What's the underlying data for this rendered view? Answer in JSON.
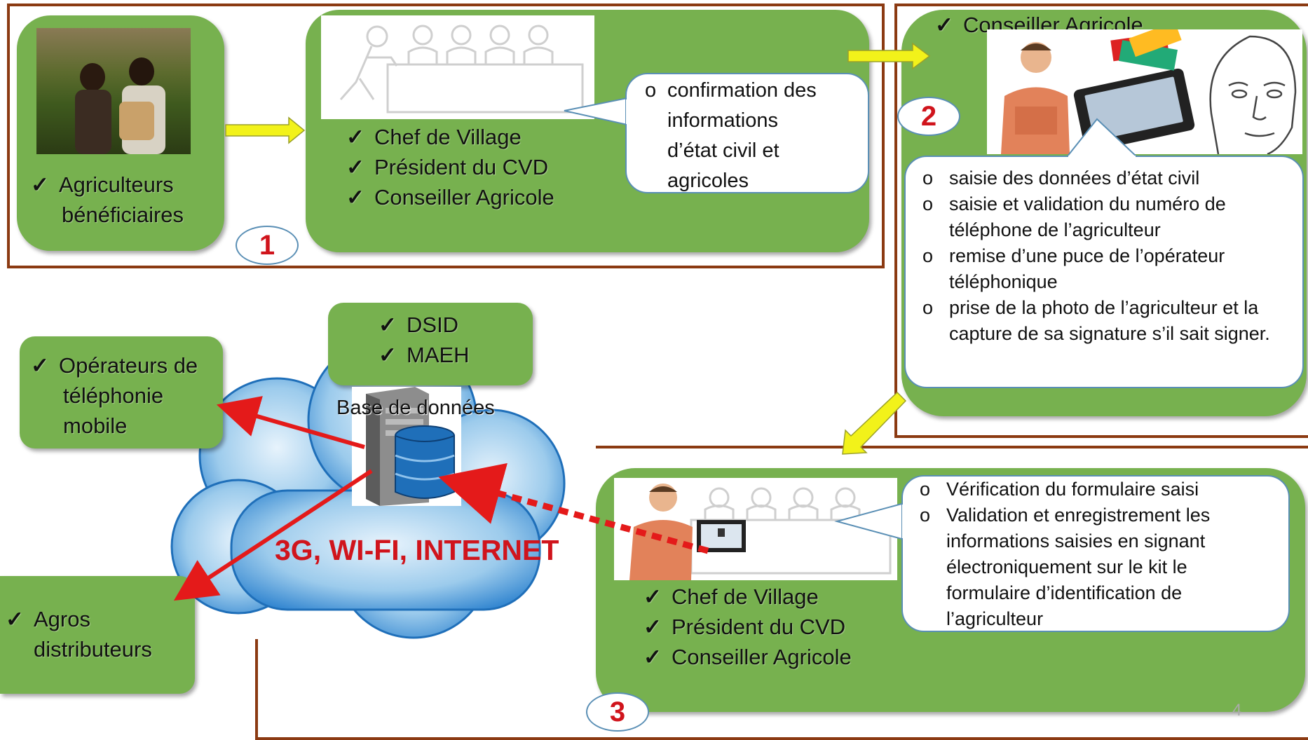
{
  "step1": {
    "beneficiaries": [
      "Agriculteurs",
      "bénéficiaires"
    ],
    "actors": [
      "Chef de Village",
      "Président du CVD",
      "Conseiller  Agricole"
    ],
    "bubble_lines": [
      "confirmation  des",
      "informations",
      "d’état civil et",
      "agricoles"
    ],
    "number": "1"
  },
  "step2": {
    "actor": "Conseiller Agricole",
    "bullets": [
      "saisie des données d’état civil",
      "saisie et validation du numéro de téléphone de l’agriculteur",
      "remise d’une puce de l’opérateur téléphonique",
      "prise de la photo de l’agriculteur et la capture de sa signature s’il sait signer."
    ],
    "number": "2"
  },
  "step3": {
    "actors": [
      "Chef de Village",
      "Président du CVD",
      "Conseiller  Agricole"
    ],
    "bullets": [
      "Vérification du formulaire saisi",
      "Validation et enregistrement  les informations saisies en signant électroniquement sur  le kit le formulaire d’identification de l’agriculteur"
    ],
    "number": "3"
  },
  "center": {
    "owners": [
      "DSID",
      "MAEH"
    ],
    "database_label": "Base de données",
    "network_label": "3G, WI-FI, INTERNET",
    "operators": [
      "Opérateurs de",
      "téléphonie",
      "mobile"
    ],
    "distributors": [
      "Agros",
      "distributeurs"
    ]
  },
  "page_number": "4",
  "colors": {
    "box": "#77b14f",
    "frame": "#8b3a12",
    "arrow_yellow": "#f2f21a",
    "arrow_red": "#e41a1a",
    "number": "#d0141c"
  }
}
